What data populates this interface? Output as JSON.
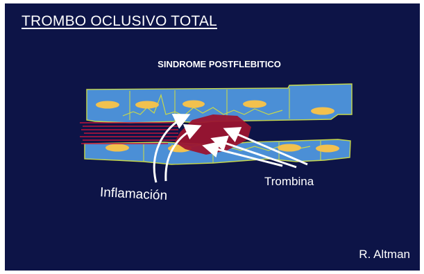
{
  "slide": {
    "title": "TROMBO OCLUSIVO TOTAL",
    "subtitle": "SINDROME POSTFLEBITICO",
    "author": "R. Altman"
  },
  "diagram": {
    "labels": {
      "inflammation": "Inflamación",
      "thrombin": "Trombina"
    }
  },
  "colors": {
    "background": "#0d1447",
    "vessel_wall": "#4b8fd6",
    "nucleus": "#f2c14e",
    "thrombus": "#9b1430",
    "arrows": "#ffffff",
    "lines": "#c0143c",
    "outline": "#c8d84a"
  }
}
